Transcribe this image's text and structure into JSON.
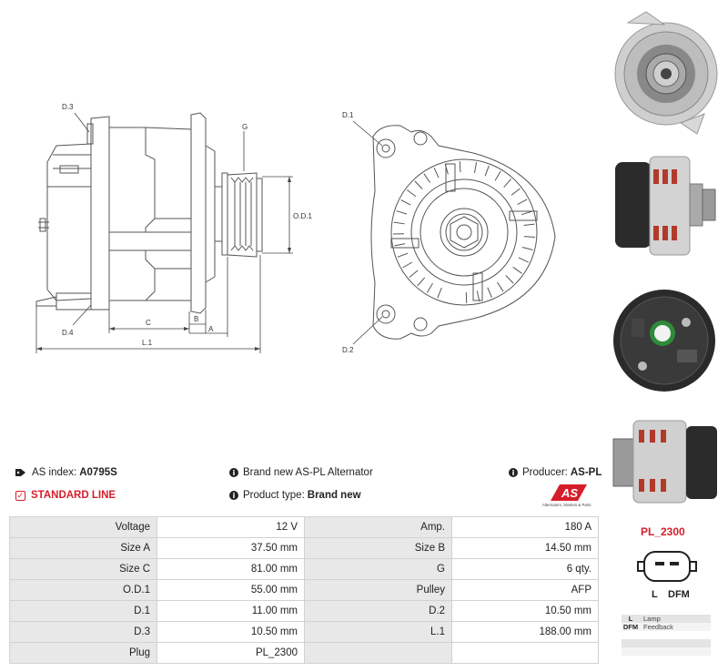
{
  "drawing": {
    "labels": {
      "d3": "D.3",
      "d4": "D.4",
      "g": "G",
      "od1": "O.D.1",
      "c": "C",
      "b": "B",
      "a": "A",
      "l1": "L.1",
      "d1": "D.1",
      "d2": "D.2"
    }
  },
  "info": {
    "as_index_label": "AS index:",
    "as_index_value": "A0795S",
    "description": "Brand new AS-PL Alternator",
    "producer_label": "Producer:",
    "producer_value": "AS-PL",
    "line_label": "STANDARD LINE",
    "product_type_label": "Product type:",
    "product_type_value": "Brand new",
    "logo_text": "AS",
    "logo_sub": "Alternators, Starters & Parts"
  },
  "specs": [
    [
      "Voltage",
      "12 V",
      "Amp.",
      "180 A"
    ],
    [
      "Size A",
      "37.50 mm",
      "Size B",
      "14.50 mm"
    ],
    [
      "Size C",
      "81.00 mm",
      "G",
      "6 qty."
    ],
    [
      "O.D.1",
      "55.00 mm",
      "Pulley",
      "AFP"
    ],
    [
      "D.1",
      "11.00 mm",
      "D.2",
      "10.50 mm"
    ],
    [
      "D.3",
      "10.50 mm",
      "L.1",
      "188.00 mm"
    ],
    [
      "Plug",
      "PL_2300",
      "",
      ""
    ]
  ],
  "plug": {
    "title": "PL_2300",
    "pin_labels": [
      "L",
      "DFM"
    ],
    "legend": [
      {
        "key": "L",
        "value": "Lamp"
      },
      {
        "key": "DFM",
        "value": "Feedback"
      },
      {
        "key": "",
        "value": ""
      },
      {
        "key": "",
        "value": ""
      }
    ]
  },
  "colors": {
    "accent": "#d61e2b",
    "table_key_bg": "#e8e8e8",
    "line": "#555555"
  }
}
